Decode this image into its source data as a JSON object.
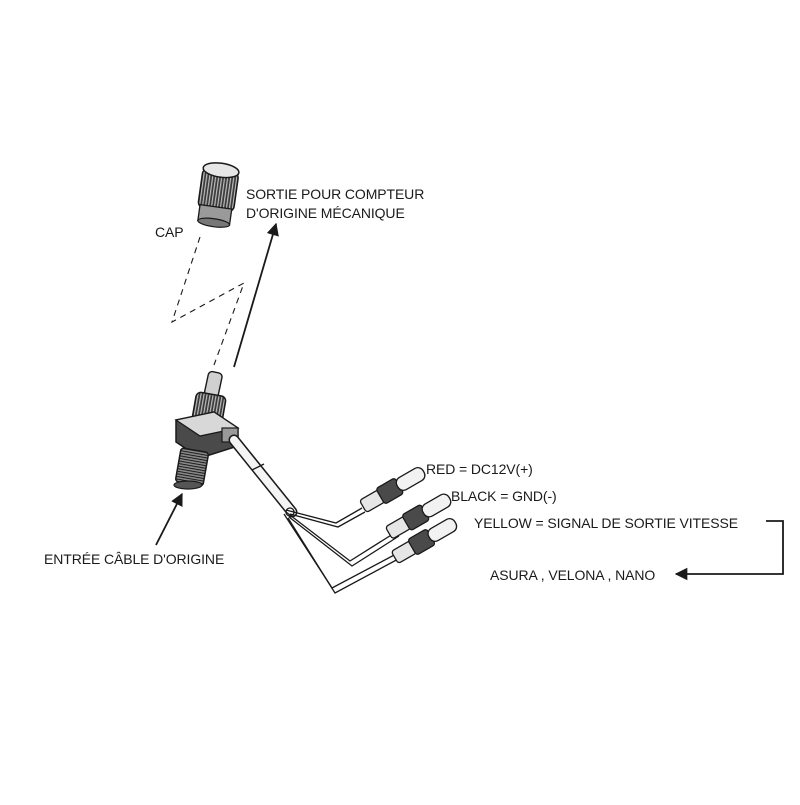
{
  "labels": {
    "cap": "CAP",
    "output_line1": "SORTIE POUR COMPTEUR",
    "output_line2": "D'ORIGINE MÉCANIQUE",
    "input": "ENTRÉE CÂBLE D'ORIGINE",
    "red": "RED = DC12V(+)",
    "black": "BLACK = GND(-)",
    "yellow": "YELLOW = SIGNAL DE SORTIE VITESSE",
    "models": "ASURA , VELONA , NANO"
  },
  "colors": {
    "ink": "#1a1a1a",
    "dark_fill": "#2b2b2b",
    "mid_fill": "#7a7a7a",
    "light_fill": "#d9d9d9",
    "background": "#ffffff"
  }
}
